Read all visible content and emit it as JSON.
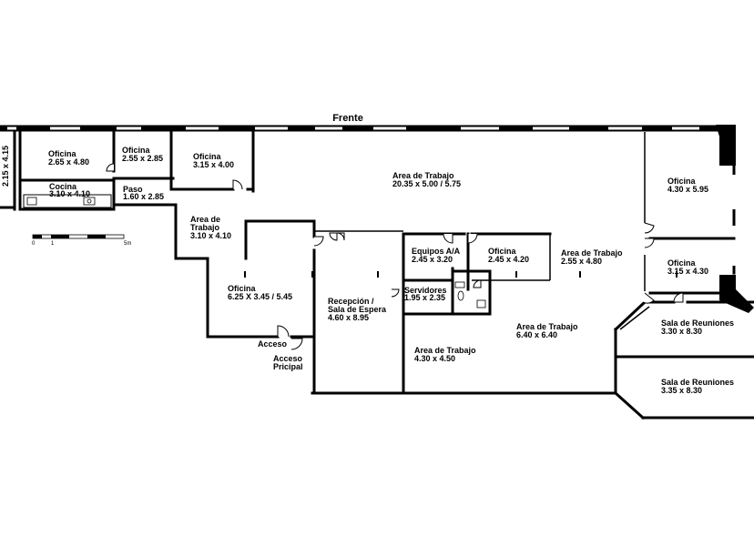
{
  "plan": {
    "title": "Frente",
    "rooms": [
      {
        "id": "oficina-1",
        "name": "Oficina",
        "dims": "2.65 x 4.80"
      },
      {
        "id": "oficina-2",
        "name": "Oficina",
        "dims": "2.55 x 2.85"
      },
      {
        "id": "oficina-3",
        "name": "Oficina",
        "dims": "3.15 x 4.00"
      },
      {
        "id": "cocina",
        "name": "Cocina",
        "dims": "3.10 x 4.10"
      },
      {
        "id": "paso",
        "name": "Paso",
        "dims": "1.60 x 2.85"
      },
      {
        "id": "area-trabajo-main",
        "name": "Area de Trabajo",
        "dims": "20.35 x 5.00 / 5.75"
      },
      {
        "id": "area-trabajo-small",
        "name1": "Area de",
        "name2": "Trabajo",
        "dims": "3.10 x 4.10"
      },
      {
        "id": "oficina-big",
        "name": "Oficina",
        "dims": "6.25 X 3.45 / 5.45"
      },
      {
        "id": "recepcion",
        "name1": "Recepción /",
        "name2": "Sala de Espera",
        "dims": "4.60 x 8.95"
      },
      {
        "id": "equipos",
        "name": "Equipos A/A",
        "dims": "2.45 x 3.20"
      },
      {
        "id": "servidores",
        "name": "Servidores",
        "dims": "1.95 x 2.35"
      },
      {
        "id": "oficina-mid",
        "name": "Oficina",
        "dims": "2.45 x 4.20"
      },
      {
        "id": "area-trabajo-255",
        "name": "Area de Trabajo",
        "dims": "2.55 x 4.80"
      },
      {
        "id": "area-trabajo-640",
        "name": "Area de Trabajo",
        "dims": "6.40 x 6.40"
      },
      {
        "id": "area-trabajo-430",
        "name": "Area de Trabajo",
        "dims": "4.30 x 4.50"
      },
      {
        "id": "oficina-430",
        "name": "Oficina",
        "dims": "4.30 x 5.95"
      },
      {
        "id": "oficina-315",
        "name": "Oficina",
        "dims": "3.15 x 4.30"
      },
      {
        "id": "sala-1",
        "name": "Sala de Reuniones",
        "dims": "3.30 x 8.30"
      },
      {
        "id": "sala-2",
        "name": "Sala de Reuniones",
        "dims": "3.35 x 8.30"
      }
    ],
    "edge_room_dims": "2.15 x 4.15",
    "labels": {
      "acceso": "Acceso",
      "acceso_principal_1": "Acceso",
      "acceso_principal_2": "Pricipal"
    },
    "scale": {
      "tick_0": "0",
      "tick_1": "1",
      "tick_5": "5m"
    }
  }
}
